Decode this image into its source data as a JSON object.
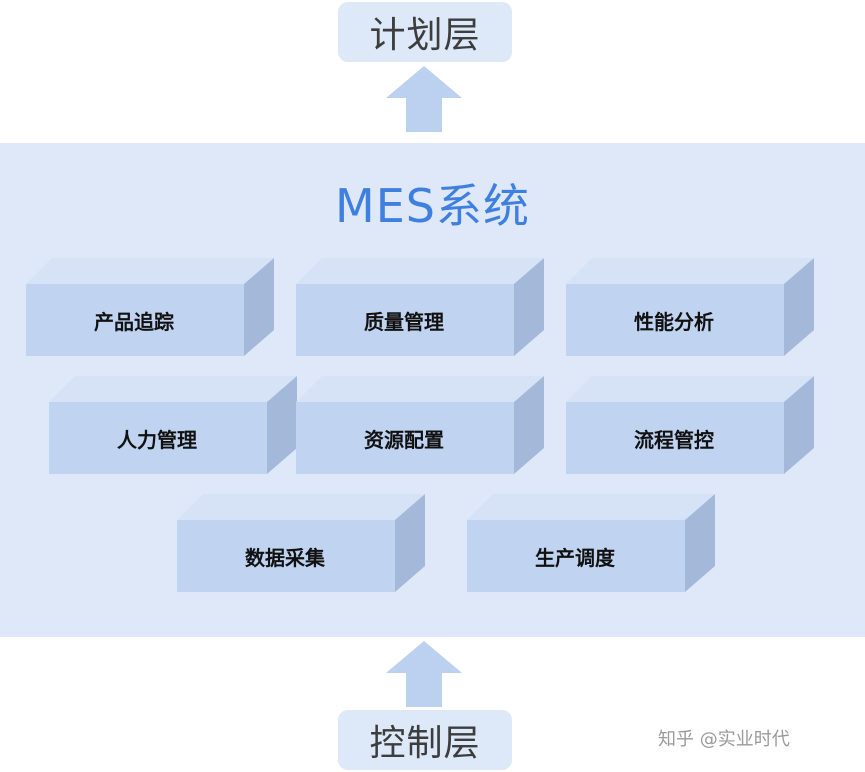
{
  "layers": {
    "top": "计划层",
    "bottom": "控制层"
  },
  "system": {
    "title": "MES系统"
  },
  "modules": [
    {
      "label": "产品追踪"
    },
    {
      "label": "质量管理"
    },
    {
      "label": "性能分析"
    },
    {
      "label": "人力管理"
    },
    {
      "label": "资源配置"
    },
    {
      "label": "流程管控"
    },
    {
      "label": "数据采集"
    },
    {
      "label": "生产调度"
    }
  ],
  "watermark": "知乎 @实业时代",
  "colors": {
    "panel": "#dfe8f8",
    "box_front": "#c0d3f1",
    "box_top": "#d6e2f6",
    "box_side": "#a4b9da",
    "arrow": "#bcd0ef",
    "title": "#3f7fe0"
  }
}
